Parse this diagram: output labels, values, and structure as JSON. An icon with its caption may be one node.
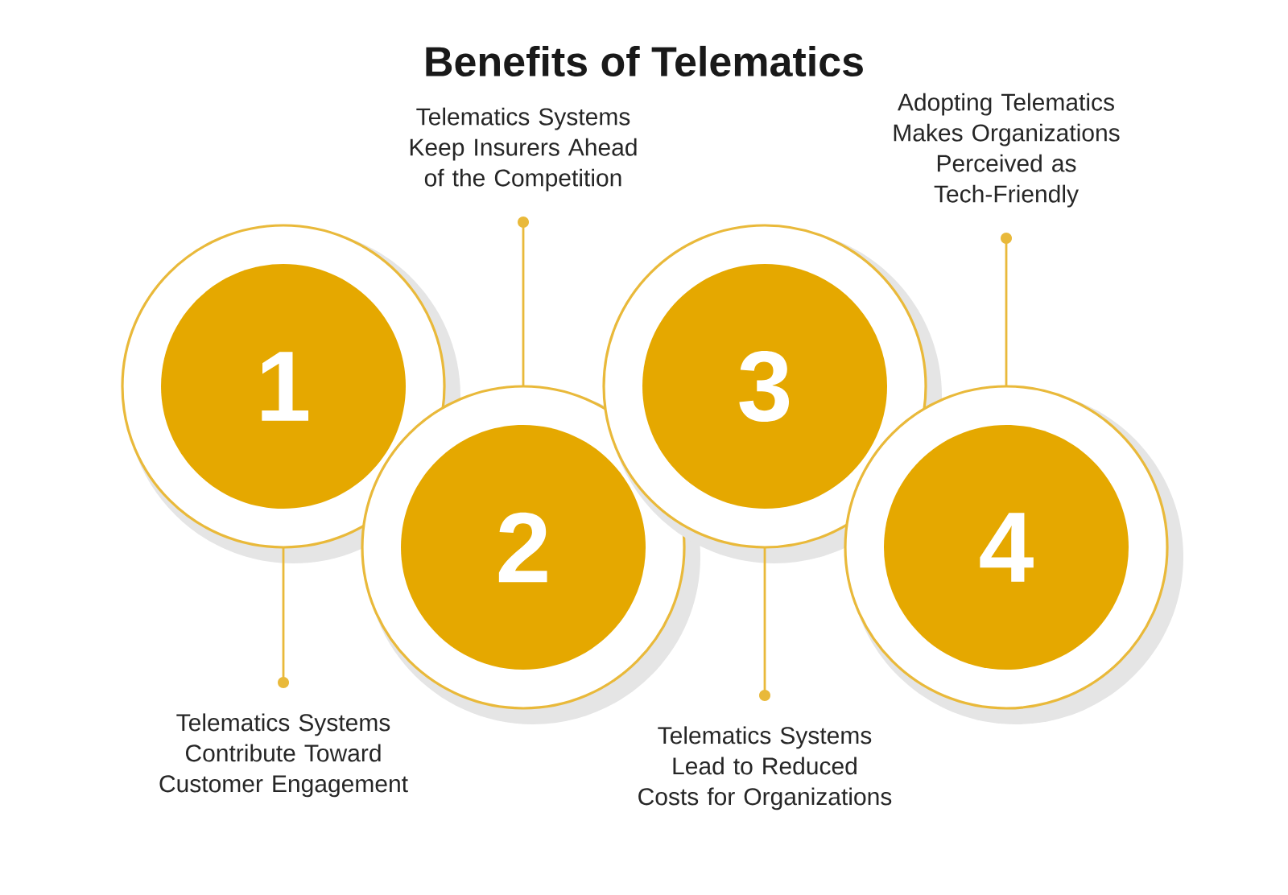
{
  "diagram": {
    "title": "Benefits of Telematics",
    "nodes": [
      {
        "text": [
          "1"
        ]
      },
      {
        "text": [
          "2"
        ]
      },
      {
        "text": [
          "3"
        ]
      },
      {
        "text": [
          "4"
        ]
      },
      {
        "text": [
          "Telematics Systems Contribute Toward Customer Engagement"
        ]
      },
      {
        "text": [
          "Telematics Systems Keep Insurers Ahead of the Competition"
        ]
      },
      {
        "text": [
          "Telematics Systems Lead to Reduced Costs for Organizations"
        ]
      },
      {
        "text": [
          "Adopting Telematics Makes Organizations Perceived as Tech-Friendly"
        ]
      }
    ],
    "edges": [
      {
        "from": 4,
        "to": 0,
        "arrow": "other"
      },
      {
        "from": 5,
        "to": 1,
        "arrow": "other"
      },
      {
        "from": 6,
        "to": 2,
        "arrow": "other"
      },
      {
        "from": 7,
        "to": 3,
        "arrow": "other"
      }
    ]
  }
}
